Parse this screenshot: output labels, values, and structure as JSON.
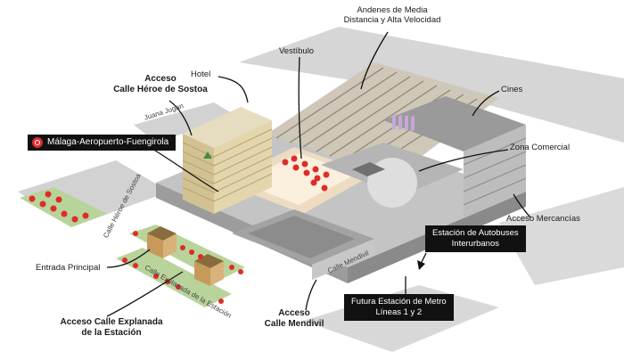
{
  "labels": {
    "andenes_line1": "Andenes de Media",
    "andenes_line2": "Distancia y Alta Velocidad",
    "vestibulo": "Vestíbulo",
    "hotel": "Hotel",
    "acceso_sostoa_line1": "Acceso",
    "acceso_sostoa_line2": "Calle Héroe de Sostoa",
    "cines": "Cines",
    "zona_comercial": "Zona Comercial",
    "acceso_mercancias": "Acceso Mercancías",
    "entrada_principal": "Entrada Principal",
    "acceso_explanada_line1": "Acceso Calle Explanada",
    "acceso_explanada_line2": "de la Estación",
    "acceso_mendivil_line1": "Acceso",
    "acceso_mendivil_line2": "Calle Mendivil"
  },
  "streets": {
    "juana_jugan": "Juana Jugan",
    "heroe_sostoa": "Calle Héroe de Sostoa",
    "explanada": "Calle Explanada de la Estación",
    "mendivil": "Calle Mendivil"
  },
  "boxes": {
    "malaga": "Málaga-Aeropuerto-Fuengirola",
    "autobuses_line1": "Estación de Autobuses",
    "autobuses_line2": "Interurbanos",
    "metro_line1": "Futura Estación de Metro",
    "metro_line2": "Líneas 1 y 2"
  },
  "colors": {
    "ground": "#c9c9c9",
    "roof": "#a9a9a9",
    "building": "#e2e2e2",
    "hotel": "#d8c9a0",
    "trees": "#e02b2b",
    "grass": "#b8d49a",
    "metro_marker": "#c9a6d8"
  }
}
